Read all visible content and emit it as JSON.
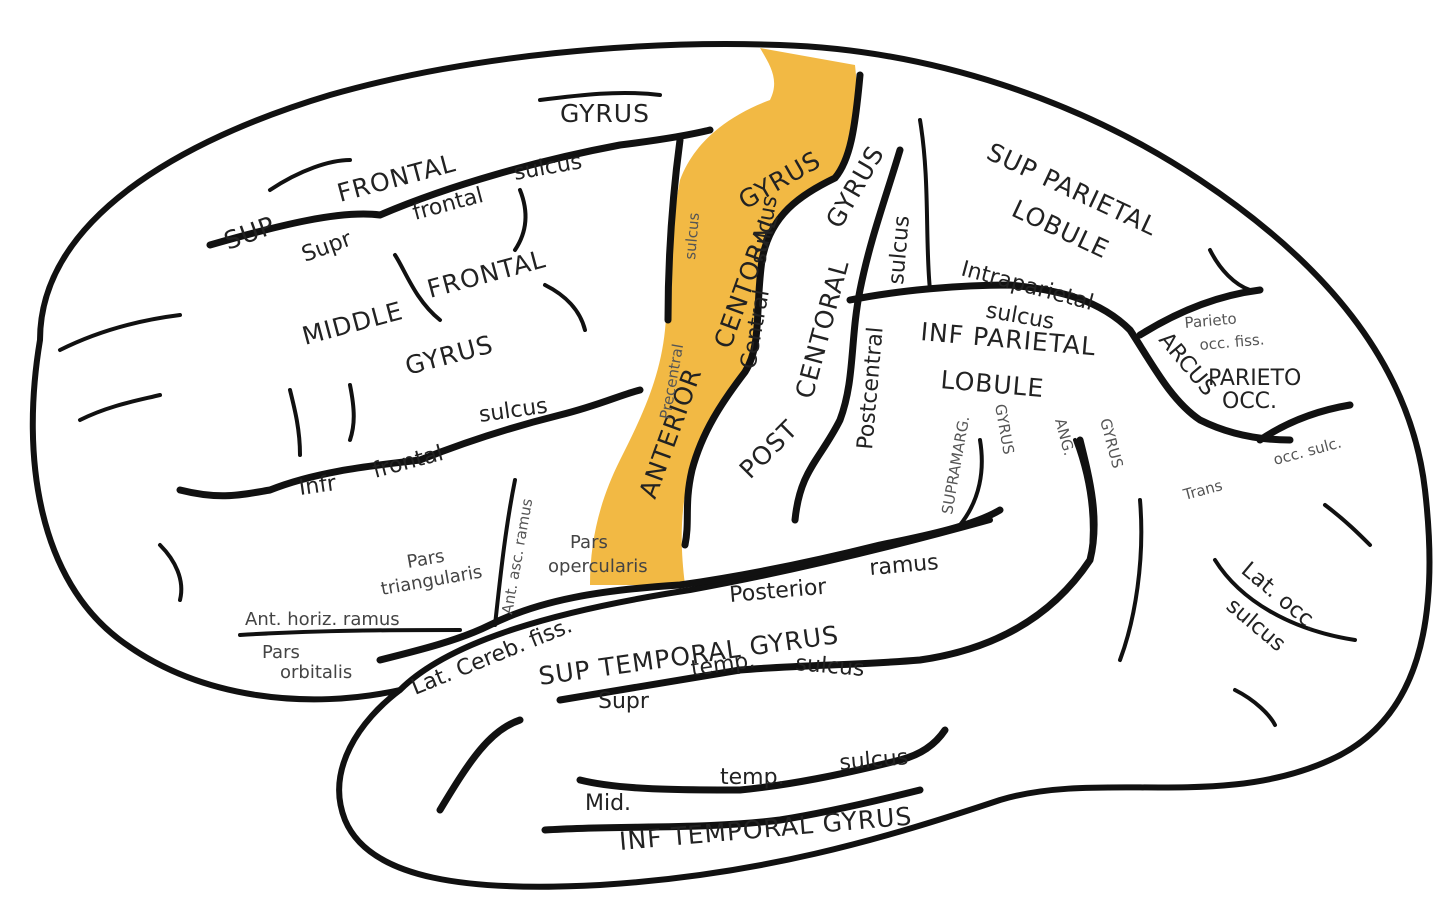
{
  "colors": {
    "highlight": "#f2b944",
    "outline": "#111111",
    "label": "#222222"
  },
  "labels": {
    "gyrus_top": "GYRUS",
    "sup": "SUP",
    "frontal_top": "FRONTAL",
    "sulcus_top": "sulcus",
    "supr": "Supr",
    "frontal_supr": "frontal",
    "middle": "MIDDLE",
    "frontal_mid": "FRONTAL",
    "gyrus_mid": "GYRUS",
    "sulcus_infr": "sulcus",
    "infr": "Infr",
    "frontal_infr": "frontal",
    "anterior": "ANTERIOR",
    "centoral_ant": "CENTORAL",
    "gyrus_ant": "GYRUS",
    "precentral": "Precentral",
    "sulcus_pre": "sulcus",
    "central": "Central",
    "sulcus_central": "sulcus",
    "post": "POST",
    "centoral_post": "CENTORAL",
    "gyrus_post": "GYRUS",
    "postcentral": "Postcentral",
    "sulcus_post": "sulcus",
    "sup_parietal": "SUP  PARIETAL",
    "lobule_sup": "LOBULE",
    "intraparietal": "Intraparietal",
    "sulcus_intra": "sulcus",
    "inf_parietal": "INF  PARIETAL",
    "lobule_inf": "LOBULE",
    "supramarg": "SUPRAMARG.",
    "gyrus_supra": "GYRUS",
    "ang": "ANG.",
    "gyrus_ang": "GYRUS",
    "parieto_occ_fiss": "Parieto",
    "occ_fiss": "occ. fiss.",
    "arcus": "ARCUS",
    "parieto": "PARIETO",
    "occ": "OCC.",
    "trans": "Trans",
    "occ_sulc": "occ. sulc.",
    "lat_occ": "Lat. occ.",
    "sulcus_latocc": "sulcus",
    "pars_tri_1": "Pars",
    "pars_tri_2": "triangularis",
    "ant_asc_ramus": "Ant. asc. ramus",
    "pars_oper_1": "Pars",
    "pars_oper_2": "opercularis",
    "ant_horiz_ramus": "Ant. horiz. ramus",
    "pars_orb_1": "Pars",
    "pars_orb_2": "orbitalis",
    "lat_cereb_fiss": "Lat. Cereb. fiss.",
    "posterior": "Posterior",
    "ramus": "ramus",
    "sup_temporal_gyrus": "SUP  TEMPORAL  GYRUS",
    "supr_temp": "Supr",
    "temp_supr": "temp.",
    "sulcus_supr_temp": "sulcus",
    "mid": "Mid.",
    "temp_mid": "temp.",
    "sulcus_mid_temp": "sulcus",
    "inf_temporal_gyrus": "INF  TEMPORAL  GYRUS"
  }
}
